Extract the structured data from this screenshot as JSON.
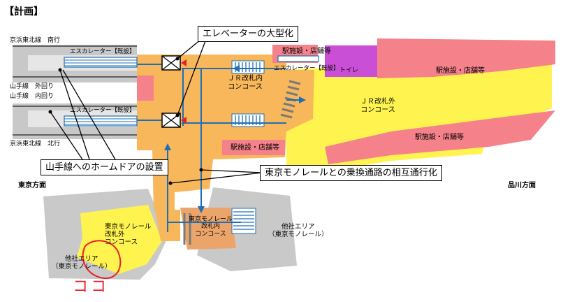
{
  "heading": "【計画】",
  "tracks": {
    "keihin_south": "京浜東北線　南行",
    "yamanote_outer": "山手線　外回り",
    "yamanote_inner": "山手線　内回り",
    "keihin_north": "京浜東北線　北行"
  },
  "escalators": {
    "upper": "エスカレーター【既設】",
    "lower": "エスカレーター【既設】",
    "right": "エスカレーター【既設】"
  },
  "callouts": {
    "elevator": "エレベーターの大型化",
    "platform_doors": "山手線へのホームドアの設置",
    "monorail_passage": "東京モノレールとの乗換通路の相互通行化"
  },
  "areas": {
    "jr_inside_concourse": [
      "ＪＲ改札内",
      "コンコース"
    ],
    "jr_outside_concourse": [
      "ＪＲ改札外",
      "コンコース"
    ],
    "toilet": "トイレ",
    "station_facility_1": "駅施設・店舗等",
    "station_facility_2": "駅施設・店舗等",
    "station_facility_3": "駅施設・店舗等",
    "station_facility_4": "駅施設・店舗等",
    "monorail_inside": [
      "東京モノレール",
      "改札内",
      "コンコース"
    ],
    "monorail_outside": [
      "東京モノレール",
      "改札外",
      "コンコース"
    ],
    "other_area_right": [
      "他社エリア",
      "（東京モノレール）"
    ],
    "other_area_left": [
      "他社エリア",
      "（東京モノレール）"
    ]
  },
  "directions": {
    "tokyo": "東京方面",
    "shinagawa": "品川方面"
  },
  "annotation": {
    "text": "ココ",
    "color": "#e8202a"
  },
  "colors": {
    "jr_inside": "#f8b75a",
    "jr_outside": "#fff44f",
    "facility": "#f5828a",
    "toilet": "#c94fd6",
    "track": "#c8c8c8",
    "monorail_inside": "#eba56a",
    "arrow": "#1f6fb4"
  }
}
